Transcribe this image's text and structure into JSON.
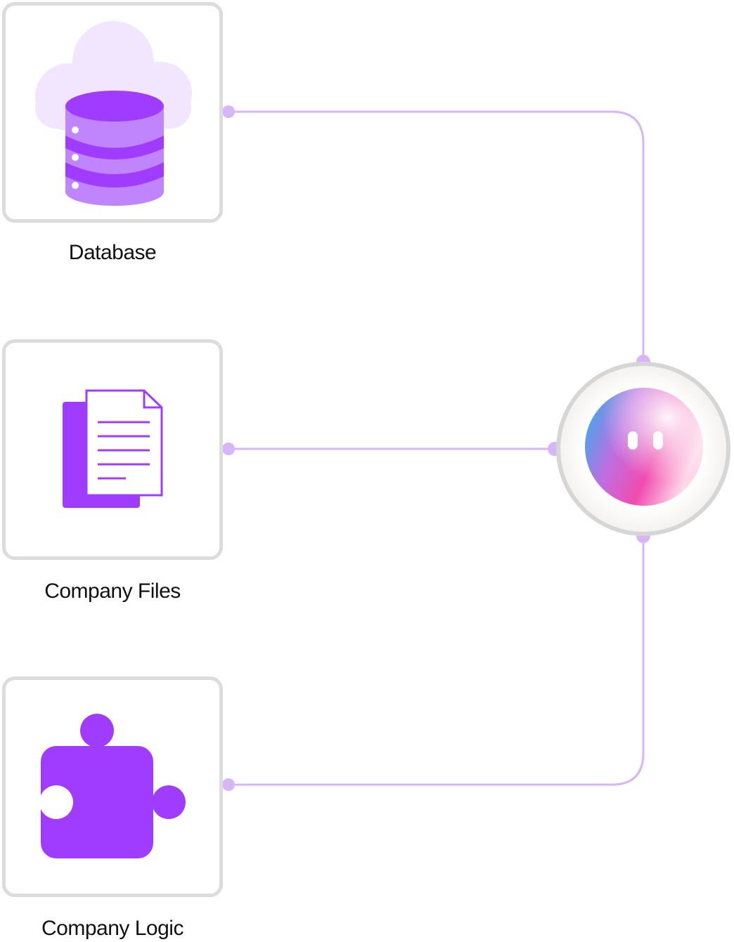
{
  "nodes": [
    {
      "label": "Database",
      "icon": "database-icon"
    },
    {
      "label": "Company Files",
      "icon": "document-icon"
    },
    {
      "label": "Company Logic",
      "icon": "puzzle-piece-icon"
    }
  ],
  "hub": {
    "icon": "ai-assistant-orb-icon"
  },
  "colors": {
    "accent": "#a03cff",
    "connector": "#d8b4f8",
    "border": "#dcdcdc"
  }
}
